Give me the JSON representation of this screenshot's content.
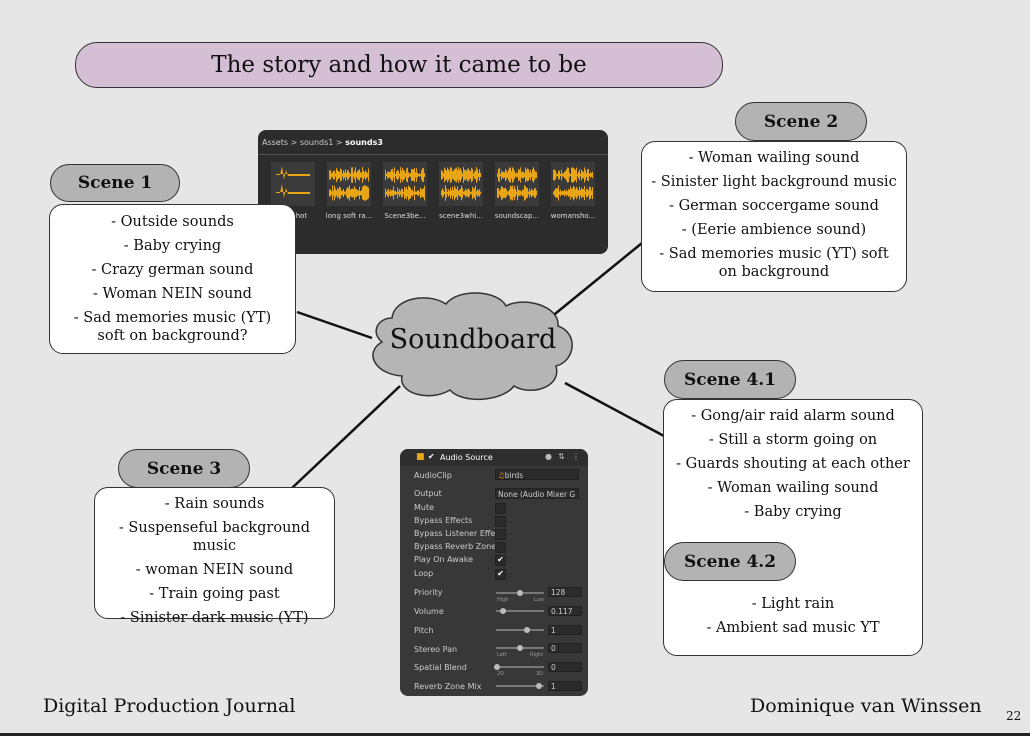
{
  "title": "The story and how it came to be",
  "center": "Soundboard",
  "scene1": {
    "label": "Scene 1",
    "items": [
      "- Outside sounds",
      "- Baby crying",
      "- Crazy german sound",
      "- Woman NEIN sound",
      "- Sad memories music (YT) soft on background?"
    ]
  },
  "scene2": {
    "label": "Scene 2",
    "items": [
      "- Woman wailing sound",
      "- Sinister light background music",
      "- German soccergame sound",
      "- (Eerie ambience sound)",
      "- Sad memories music (YT) soft on background"
    ]
  },
  "scene3": {
    "label": "Scene 3",
    "items": [
      "- Rain sounds",
      "- Suspenseful background music",
      "- woman NEIN sound",
      "- Train going past",
      "- Sinister dark music (YT)"
    ]
  },
  "scene41": {
    "label": "Scene 4.1",
    "items": [
      "- Gong/air raid alarm sound",
      "- Still a storm going on",
      "- Guards shouting at each other",
      "- Woman wailing sound",
      "- Baby crying"
    ]
  },
  "scene42": {
    "label": "Scene 4.2",
    "items": [
      "- Light rain",
      "- Ambient sad music YT"
    ]
  },
  "assets_panel": {
    "crumb1": "Assets",
    "crumb2": "sounds1",
    "crumb3": "sounds3",
    "files": [
      "gunshot",
      "long soft ra...",
      "Scene3be...",
      "scene3whi...",
      "soundscap...",
      "womansho..."
    ],
    "waveform_color": "#e8a617"
  },
  "inspector": {
    "component": "Audio Source",
    "audioclip_label": "AudioClip",
    "audioclip_value": "birds",
    "output_label": "Output",
    "output_value": "None (Audio Mixer G",
    "mute": "Mute",
    "bypass_effects": "Bypass Effects",
    "bypass_listener": "Bypass Listener Effec",
    "bypass_reverb": "Bypass Reverb Zones",
    "play_on_awake": "Play On Awake",
    "loop": "Loop",
    "priority_label": "Priority",
    "priority_value": "128",
    "priority_high": "High",
    "priority_low": "Low",
    "volume_label": "Volume",
    "volume_value": "0.117",
    "pitch_label": "Pitch",
    "pitch_value": "1",
    "stereo_label": "Stereo Pan",
    "stereo_value": "0",
    "stereo_left": "Left",
    "stereo_right": "Right",
    "spatial_label": "Spatial Blend",
    "spatial_value": "0",
    "spatial_2d": "2D",
    "spatial_3d": "3D",
    "reverb_label": "Reverb Zone Mix",
    "reverb_value": "1",
    "check_mark": "✔",
    "play_on_awake_checked": true,
    "loop_checked": true
  },
  "footer_left": "Digital Production Journal",
  "footer_right": "Dominique van Winssen",
  "page_number": "22"
}
